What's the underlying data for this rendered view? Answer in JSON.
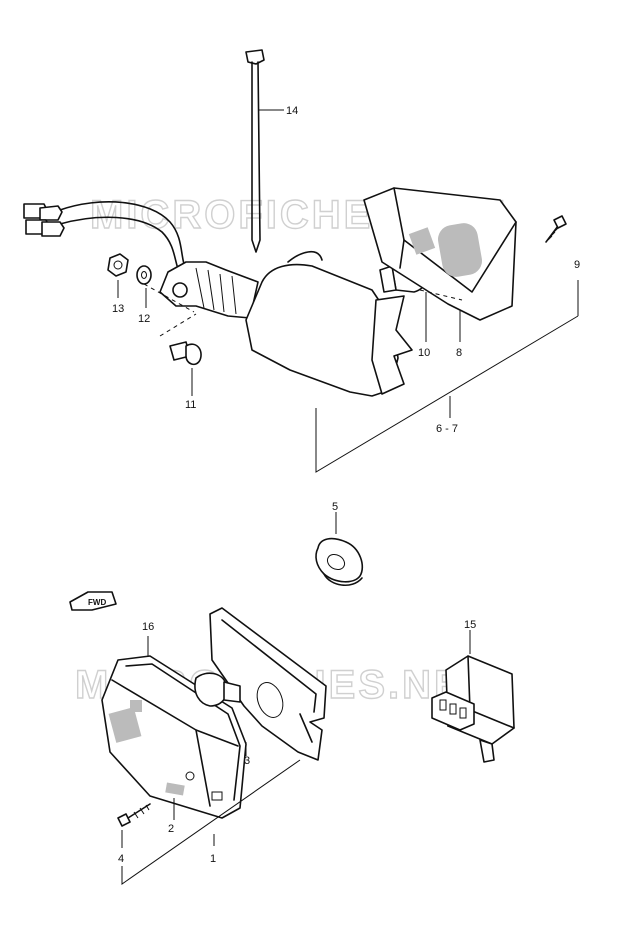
{
  "watermark": {
    "top": "MICROFICHES.NET",
    "bottom": "MICROFICHES.NET"
  },
  "direction_tag": "FWD",
  "labels": {
    "p1": "1",
    "p2": "2",
    "p3": "3",
    "p4": "4",
    "p5": "5",
    "p6_7": "6 - 7",
    "p8": "8",
    "p9": "9",
    "p10": "10",
    "p11": "11",
    "p12": "12",
    "p13": "13",
    "p14": "14",
    "p15": "15",
    "p16": "16"
  }
}
